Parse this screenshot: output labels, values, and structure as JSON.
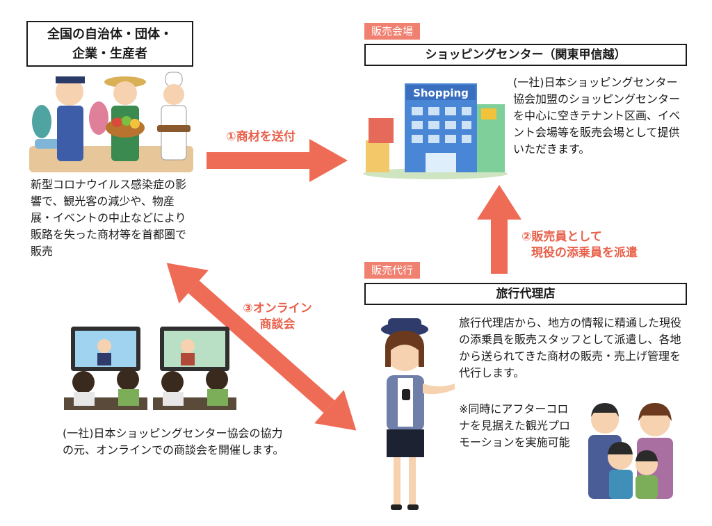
{
  "sources": {
    "title_line1": "全国の自治体・団体・",
    "title_line2": "企業・生産者",
    "description": "新型コロナウイルス感染症の影響で、観光客の減少や、物産展・イベントの中止などにより販路を失った商材等を首都圏で販売"
  },
  "venue": {
    "tag": "販売会場",
    "title": "ショッピングセンター（関東甲信越）",
    "store_sign": "Shopping",
    "description": "(一社)日本ショッピングセンター協会加盟のショッピングセンターを中心に空きテナント区画、イベント会場等を販売会場として提供いただきます。"
  },
  "agent": {
    "tag": "販売代行",
    "title": "旅行代理店",
    "description": "旅行代理店から、地方の情報に精通した現役の添乗員を販売スタッフとして派遣し、各地から送られてきた商材の販売・売上げ管理を代行します。",
    "note": "※同時にアフターコロナを見据えた観光プロモーションを実施可能"
  },
  "online": {
    "description": "(一社)日本ショッピングセンター協会の協力の元、オンラインでの商談会を開催します。"
  },
  "flows": {
    "ship": "①商材を送付",
    "dispatch_line1": "②販売員として",
    "dispatch_line2": "現役の添乗員を派遣",
    "meeting_line1": "③オンライン",
    "meeting_line2": "商談会"
  },
  "colors": {
    "arrow": "#ee6b55",
    "tag": "#f08070",
    "label": "#e8604a"
  }
}
